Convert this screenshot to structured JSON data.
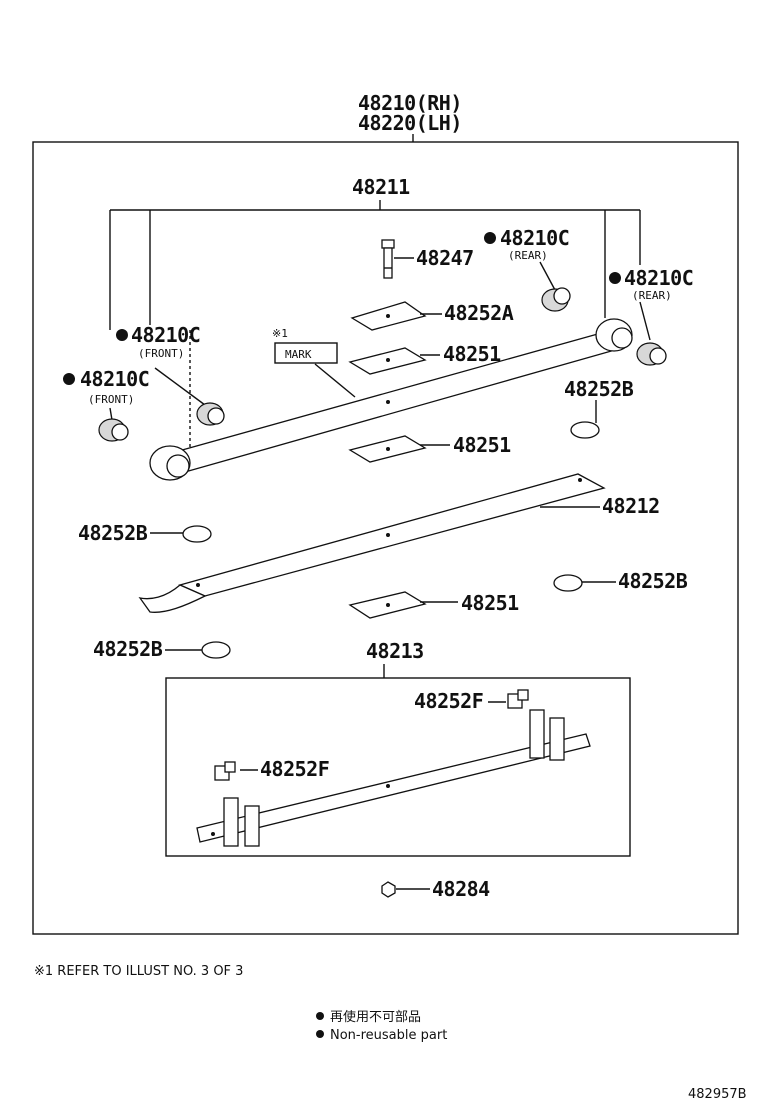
{
  "assembly": {
    "title_rh": "48210(RH)",
    "title_lh": "48220(LH)"
  },
  "callouts": {
    "leaf_1": "48211",
    "leaf_2": "48212",
    "leaf_3": "48213",
    "bolt": "48247",
    "insert_a": "48252A",
    "insert_top": "48251",
    "insert_mid": "48251",
    "insert_low": "48251",
    "bush_rear_1": "48210C",
    "bush_rear_1_sub": "(REAR)",
    "bush_rear_2": "48210C",
    "bush_rear_2_sub": "(REAR)",
    "bush_front_1": "48210C",
    "bush_front_1_sub": "(FRONT)",
    "bush_front_2": "48210C",
    "bush_front_2_sub": "(FRONT)",
    "pad_b_1": "48252B",
    "pad_b_2": "48252B",
    "pad_b_3": "48252B",
    "pad_b_4": "48252B",
    "clip_f_1": "48252F",
    "clip_f_2": "48252F",
    "nut": "48284",
    "mark_ref": "※1",
    "mark_label": "MARK"
  },
  "footnote": "※1 REFER TO ILLUST NO. 3 OF 3",
  "legend": {
    "japanese": "再使用不可部品",
    "english": "Non-reusable part"
  },
  "figure_id": "482957B"
}
